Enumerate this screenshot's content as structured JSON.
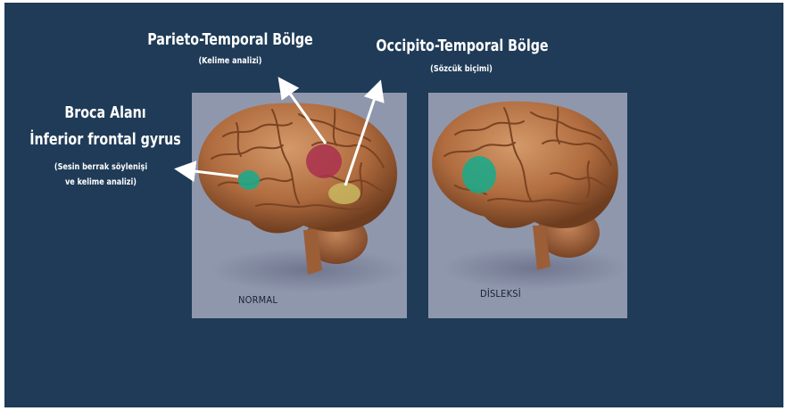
{
  "labels": {
    "parieto_title": "Parieto-Temporal Bölge",
    "parieto_sub": "(Kelime analizi)",
    "occipito_title": "Occipito-Temporal Bölge",
    "occipito_sub": "(Sözcük biçimi)",
    "broca_title": "Broca Alanı",
    "broca_title2": "İnferior frontal gyrus",
    "broca_sub1": "(Sesin berrak söylenişi",
    "broca_sub2": "ve kelime analizi)"
  },
  "panels": {
    "normal_label": "NORMAL",
    "dislexia_label": "DİSLEKSİ"
  },
  "colors": {
    "background": "#1f3b57",
    "panel": "#8f97ad",
    "brain": "#b06c3f",
    "broca_area": "#1fa888",
    "parieto_area": "#a8304e",
    "occipito_area": "#c9b860"
  }
}
